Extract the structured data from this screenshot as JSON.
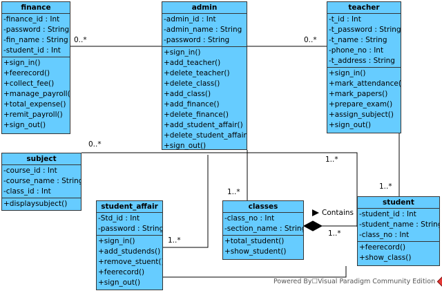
{
  "diagram": {
    "classes": [
      {
        "id": "finance",
        "name": "finance",
        "attributes": [
          "-finance_id : Int",
          "-password : String",
          "-fin_name : String",
          "-student_id : Int"
        ],
        "operations": [
          "+sign_in()",
          "+feerecord()",
          "+collect_fee()",
          "+manage_payroll()",
          "+total_expense()",
          "+remit_payroll()",
          "+sign_out()"
        ]
      },
      {
        "id": "admin",
        "name": "admin",
        "attributes": [
          "-admin_id : Int",
          "-admin_name : String",
          "-password : String"
        ],
        "operations": [
          "+sign_in()",
          "+add_teacher()",
          "+delete_teacher()",
          "+delete_class()",
          "+add_class()",
          "+add_finance()",
          "+delete_finance()",
          "+add_student_affair()",
          "+delete_student_affair()",
          "+sign_out()"
        ]
      },
      {
        "id": "teacher",
        "name": "teacher",
        "attributes": [
          "-t_id : Int",
          "-t_password : String",
          "-t_name : String",
          "-phone_no : Int",
          "-t_address : String"
        ],
        "operations": [
          "+sign_in()",
          "+mark_attendance()",
          "+mark_papers()",
          "+prepare_exam()",
          "+assign_subject()",
          "+sign_out()"
        ]
      },
      {
        "id": "subject",
        "name": "subject",
        "attributes": [
          "-course_id : Int",
          "-course_name : String",
          "-class_id : Int"
        ],
        "operations": [
          "+displaysubject()"
        ]
      },
      {
        "id": "student_affair",
        "name": "student_affair",
        "attributes": [
          "-Std_id : Int",
          "-password : String"
        ],
        "operations": [
          "+sign_in()",
          "+add_studends()",
          "+remove_stuent()",
          "+feerecord()",
          "+sign_out()"
        ]
      },
      {
        "id": "classes",
        "name": "classes",
        "attributes": [
          "-class_no : Int",
          "-section_name : String"
        ],
        "operations": [
          "+total_student()",
          "+show_student()"
        ]
      },
      {
        "id": "student",
        "name": "student",
        "attributes": [
          "-student_id : Int",
          "-student_name : String",
          "-class_no : Int"
        ],
        "operations": [
          "+feerecord()",
          "+show_class()"
        ]
      }
    ],
    "multiplicities": {
      "finance_admin": "0..*",
      "teacher_admin": "0..*",
      "subject_admin": "0..*",
      "subject_student": "1..*",
      "student_teacher": "1..*",
      "classes_admin": "1..*",
      "student_affair_admin": "1..*",
      "classes_student": "1..*"
    },
    "association_label": "Contains",
    "footer": "Powered By☐Visual Paradigm Community Edition"
  },
  "colors": {
    "class_fill": "#66ccff",
    "line": "#000000"
  }
}
